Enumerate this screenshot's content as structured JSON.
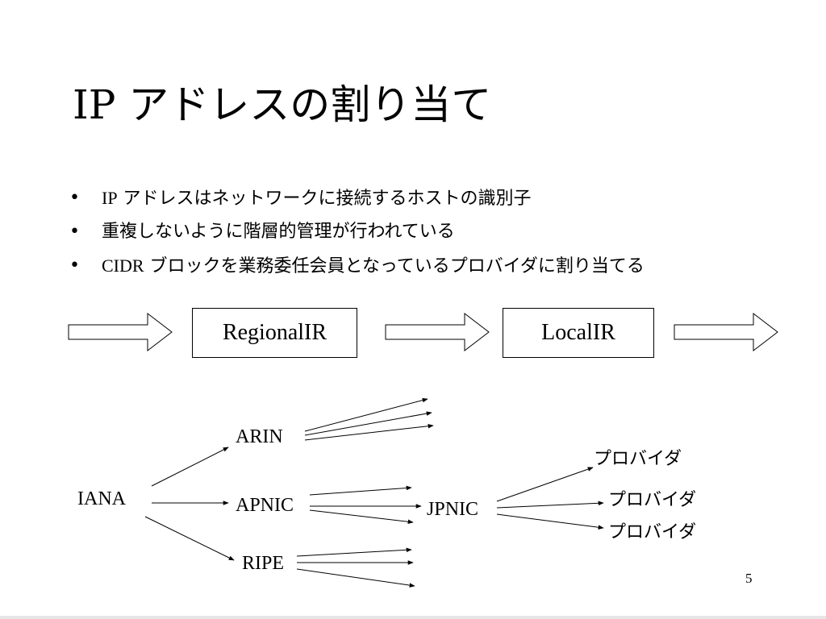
{
  "slide": {
    "title": "IP アドレスの割り当て",
    "bullets": [
      {
        "marker": "•",
        "latin": "IP",
        "text": " アドレスはネットワークに接続するホストの識別子"
      },
      {
        "marker": "•",
        "latin": "",
        "text": "重複しないように階層的管理が行われている"
      },
      {
        "marker": "•",
        "latin": "CIDR",
        "text": " ブロックを業務委任会員となっているプロバイダに割り当てる"
      }
    ],
    "flow": {
      "box1": "RegionalIR",
      "box2": "LocalIR"
    },
    "tree": {
      "root": "IANA",
      "arin": "ARIN",
      "apnic": "APNIC",
      "ripe": "RIPE",
      "jpnic": "JPNIC",
      "providers": [
        "プロバイダ",
        "プロバイダ",
        "プロバイダ"
      ]
    },
    "page_number": "5"
  }
}
